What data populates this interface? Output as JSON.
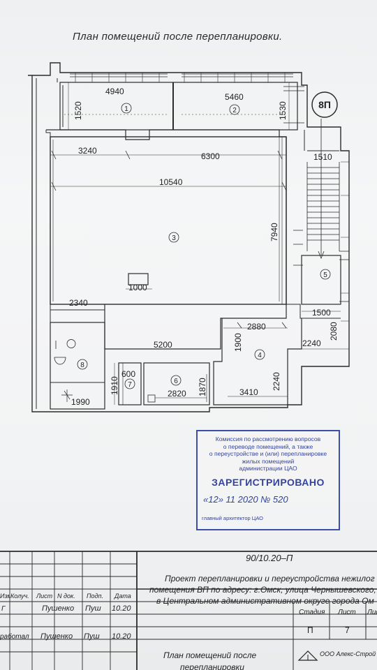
{
  "title": "План помещений после перепланировки.",
  "dimensions": {
    "d4940": "4940",
    "d5460": "5460",
    "d1520": "1520",
    "d1530": "1530",
    "d3240": "3240",
    "d6300": "6300",
    "d1510": "1510",
    "d10540": "10540",
    "d7940": "7940",
    "d1000": "1000",
    "d2340": "2340",
    "d1500": "1500",
    "d2880": "2880",
    "d2080": "2080",
    "d2240a": "2240",
    "d1900": "1900",
    "d5200": "5200",
    "d2240b": "2240",
    "d600": "600",
    "d1910": "1910",
    "d1870": "1870",
    "d2820": "2820",
    "d3410": "3410",
    "d1990": "1990"
  },
  "rooms": {
    "r1": "1",
    "r2": "2",
    "r3": "3",
    "r4": "4",
    "r5": "5",
    "r6": "6",
    "r7": "7",
    "r8": "8"
  },
  "stair_marker": "8П",
  "stamp": {
    "lines": [
      "Комиссия по рассмотрению вопросов",
      "о переводе помещений, а также",
      "о переустройстве и (или) перепланировке",
      "жилых помещений",
      "администрации ЦАО"
    ],
    "registered": "ЗАРЕГИСТРИРОВАНО",
    "date": "«12» 11 2020 № 520",
    "architect": "главный архитектор ЦАО"
  },
  "title_block": {
    "doc_code": "90/10.20–П",
    "project_line1": "Проект перепланировки и переустройства нежилог",
    "project_line2": "помещения ВП по адресу: г.Омск, улица Чернышевского,",
    "project_line3": "в Центральном административном округе города Ом",
    "header_izm": "Изм.",
    "header_koluch": "Колуч.",
    "header_list": "Лист",
    "header_ndok": "N док.",
    "header_podp": "Подп.",
    "header_data": "Дата",
    "row1_role": "Г",
    "row1_name": "Пушенко",
    "row1_sign": "Пуш",
    "row1_date": "10.20",
    "row2_role": "работал",
    "row2_name": "Пушенко",
    "row2_sign": "Пуш",
    "row2_date": "10.20",
    "stage_label": "Стадия",
    "sheet_label": "Лист",
    "sheets_label": "Листо",
    "stage_value": "П",
    "sheet_value": "7",
    "drawing_title1": "План помещений после",
    "drawing_title2": "перепланировки",
    "company": "ООО Алекс-Строй"
  }
}
